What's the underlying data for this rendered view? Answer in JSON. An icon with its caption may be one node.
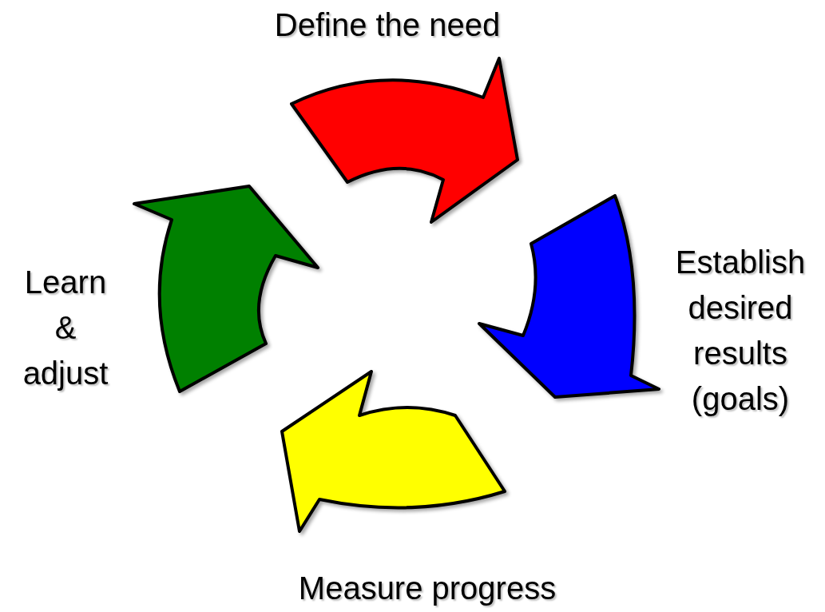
{
  "diagram": {
    "nodes": [
      {
        "text": [
          "Define the need"
        ]
      },
      {
        "text": [
          "Establish desired results (goals)"
        ]
      },
      {
        "text": [
          "Measure progress"
        ]
      },
      {
        "text": [
          "Learn & adjust"
        ]
      }
    ]
  }
}
